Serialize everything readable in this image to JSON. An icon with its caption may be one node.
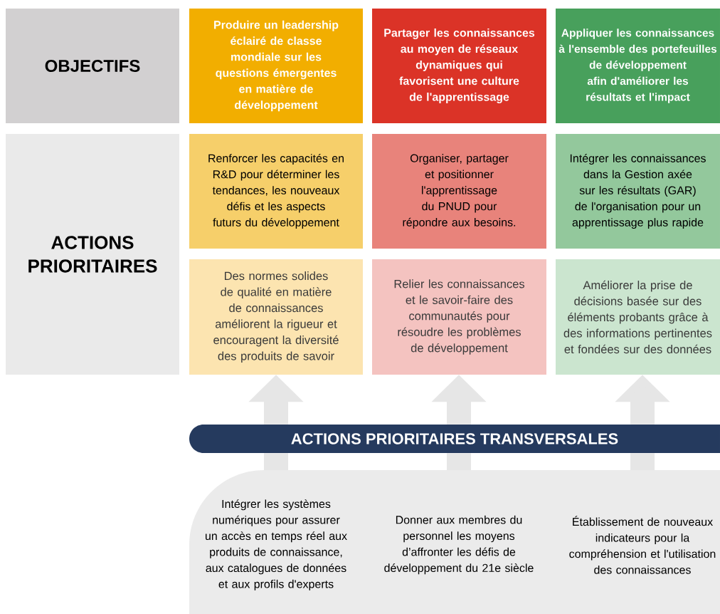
{
  "diagram": {
    "nodes": [
      {
        "text": [
          "OBJECTIFS"
        ]
      },
      {
        "text": [
          "Produire un leadership éclairé de classe mondiale sur les questions émergentes en matière de développement"
        ]
      },
      {
        "text": [
          "Partager les connaissances au moyen de réseaux dynamiques qui favorisent une culture de l'apprentissage"
        ]
      },
      {
        "text": [
          "Appliquer les connaissances à l'ensemble des portefeuilles de développement afin d'améliorer les résultats et l'impact"
        ]
      },
      {
        "text": [
          "ACTIONS PRIORITAIRES"
        ]
      },
      {
        "text": [
          "Renforcer les capacités en R&D pour déterminer les tendances, les nouveaux défis et les aspects futurs du développement"
        ]
      },
      {
        "text": [
          "Organiser, partager et positionner l'apprentissage du PNUD pour répondre aux besoins."
        ]
      },
      {
        "text": [
          "Intégrer les connaissances dans la Gestion axée sur les résultats (GAR) de l'organisation pour un apprentissage plus rapide"
        ]
      },
      {
        "text": [
          "Des normes solides de qualité en matière de connaissances améliorent la rigueur et encouragent la diversité des produits de savoir"
        ]
      },
      {
        "text": [
          "Relier les connaissances et le savoir-faire des communautés pour résoudre les problèmes de développement"
        ]
      },
      {
        "text": [
          "Améliorer la prise de décisions basée sur des éléments probants grâce à des informations pertinentes et fondées sur des données"
        ]
      },
      {
        "text": [
          "ACTIONS PRIORITAIRES TRANSVERSALES"
        ]
      },
      {
        "text": [
          "Intégrer les systèmes numériques pour assurer un accès en temps réel aux produits de connaissance, aux catalogues de données et aux profils d'experts",
          "Donner aux membres du personnel les moyens d’affronter les défis de développement du 21e siècle",
          "Établissement de nouveaux indicateurs pour la compréhension et l'utilisation des connaissances"
        ]
      }
    ],
    "edges": [
      {
        "from": 12,
        "to": 11,
        "arrow": "none"
      },
      {
        "from": 12,
        "to": 11,
        "arrow": "none"
      },
      {
        "from": 12,
        "to": 11,
        "arrow": "none"
      },
      {
        "from": 11,
        "to": 8,
        "arrow": "to"
      },
      {
        "from": 11,
        "to": 9,
        "arrow": "to"
      },
      {
        "from": 11,
        "to": 10,
        "arrow": "to"
      }
    ]
  }
}
